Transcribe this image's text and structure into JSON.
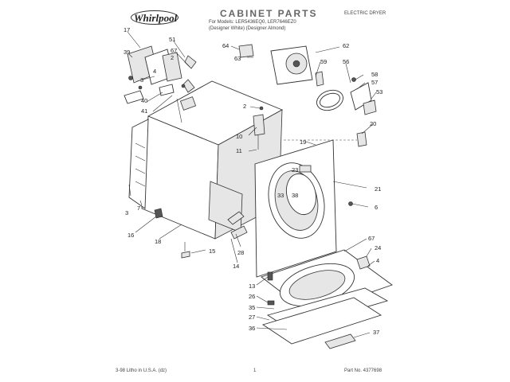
{
  "header": {
    "brand": "Whirlpool",
    "title": "CABINET PARTS",
    "models_line1": "For Models: LER5436EQ0, LER7646EZ0",
    "models_line2": "(Designer White) (Designer Almond)",
    "dryer_type": "ELECTRIC DRYER"
  },
  "footer": {
    "litho": "3-98 Litho in U.S.A. (dz)",
    "page": "1",
    "part_no": "Part No. 4377698"
  },
  "callouts": [
    "17",
    "39",
    "51",
    "67",
    "2",
    "3",
    "4",
    "40",
    "41",
    "64",
    "63",
    "59",
    "56",
    "58",
    "57",
    "53",
    "62",
    "20",
    "2",
    "10",
    "11",
    "19",
    "23",
    "33",
    "38",
    "21",
    "6",
    "3",
    "7",
    "16",
    "18",
    "15",
    "28",
    "14",
    "13",
    "26",
    "35",
    "27",
    "36",
    "67",
    "24",
    "4",
    "37"
  ]
}
